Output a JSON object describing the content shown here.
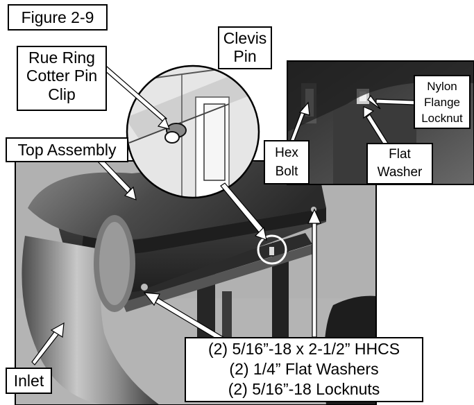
{
  "figure": {
    "title": "Figure 2-9",
    "labels": {
      "clevis_pin": [
        "Clevis",
        "Pin"
      ],
      "rue_ring": [
        "Rue Ring",
        "Cotter Pin",
        "Clip"
      ],
      "top_assembly": "Top Assembly",
      "nylon_locknut": [
        "Nylon",
        "Flange",
        "Locknut"
      ],
      "hex_bolt": [
        "Hex",
        "Bolt"
      ],
      "flat_washer": [
        "Flat",
        "Washer"
      ],
      "hardware": [
        "(2) 5/16”-18 x 2-1/2” HHCS",
        "(2) 1/4” Flat Washers",
        "(2) 5/16”-18 Locknuts"
      ],
      "inlet": "Inlet"
    },
    "colors": {
      "ink": "#000000",
      "paper": "#ffffff",
      "metal_dark": "#2a2a2a",
      "metal_mid": "#5a5a5a",
      "metal_light": "#9a9a9a"
    }
  }
}
